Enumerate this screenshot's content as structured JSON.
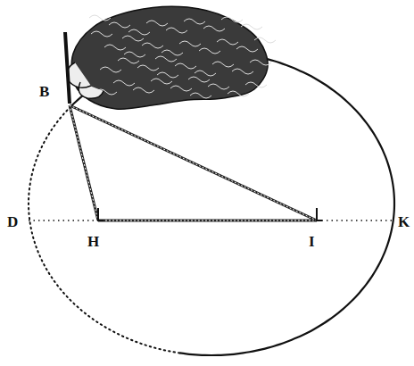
{
  "diagram": {
    "labels": [
      "B",
      "D",
      "H",
      "I",
      "K"
    ]
  }
}
